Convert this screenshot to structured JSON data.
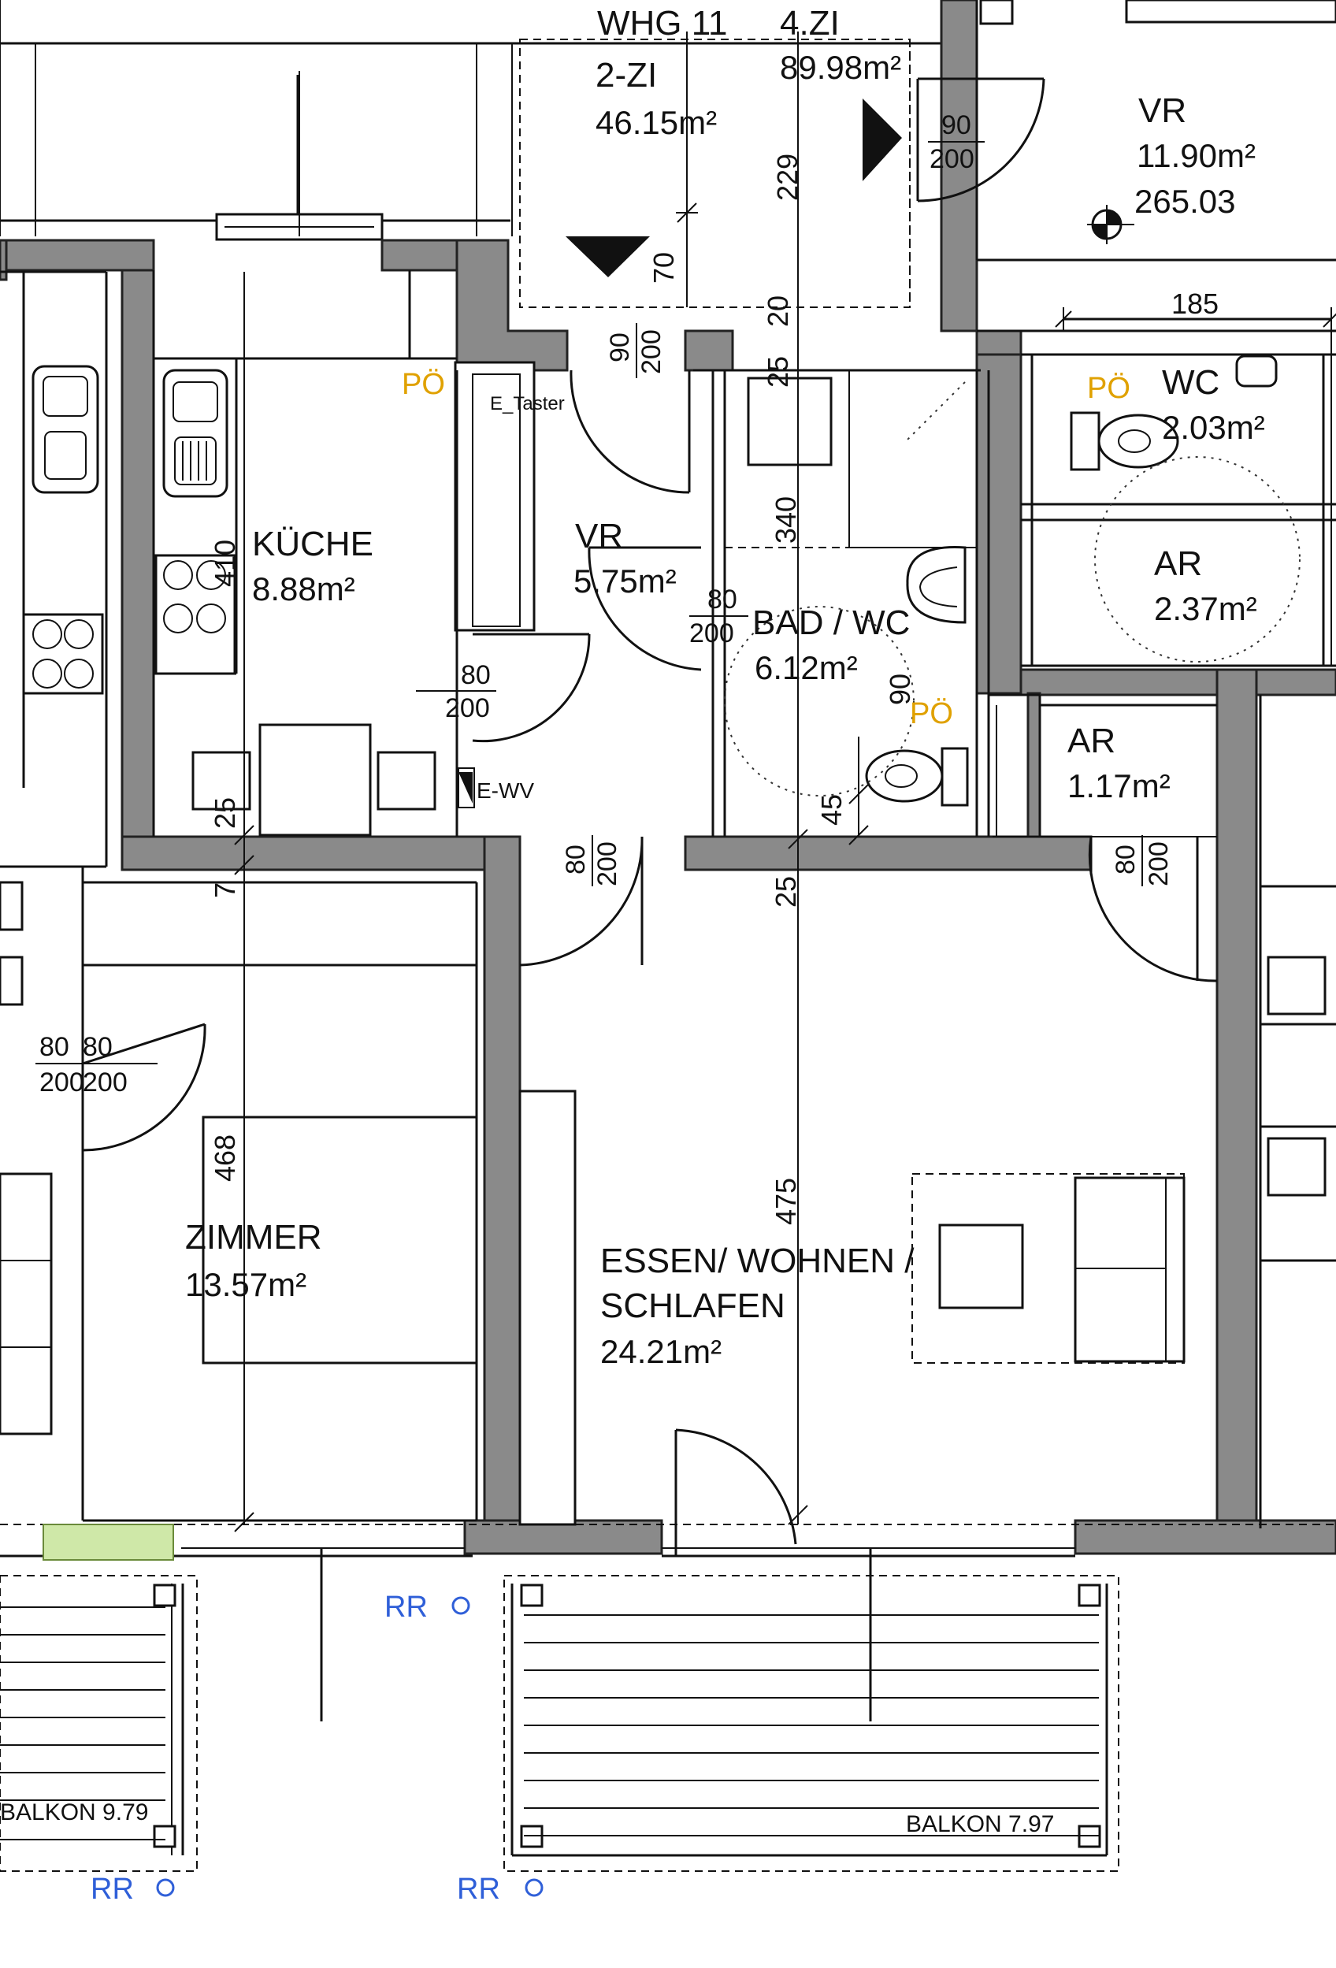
{
  "unit": {
    "title": "WHG 11",
    "title_suffix": "4.ZI",
    "type": "2-ZI",
    "area_1": "46.15m²",
    "area_2": "89.98m²"
  },
  "rooms": {
    "kueche": {
      "name": "KÜCHE",
      "area": "8.88m²"
    },
    "vr": {
      "name": "VR",
      "area": "5.75m²"
    },
    "bad": {
      "name": "BAD / WC",
      "area": "6.12m²"
    },
    "ar_small": {
      "name": "AR",
      "area": "1.17m²"
    },
    "zimmer": {
      "name": "ZIMMER",
      "area": "13.57m²"
    },
    "essen": {
      "line1": "ESSEN/ WOHNEN /",
      "line2": "SCHLAFEN",
      "area": "24.21m²"
    },
    "vr_neighbor": {
      "name": "VR",
      "area": "11.90m²",
      "level": "265.03"
    },
    "wc_neighbor": {
      "name": "WC",
      "area": "2.03m²"
    },
    "ar_neighbor": {
      "name": "AR",
      "area": "2.37m²"
    }
  },
  "balconies": {
    "left": "BALKON 9.79",
    "right": "BALKON 7.97"
  },
  "labels": {
    "po": "PÖ",
    "e_taster": "E_Taster",
    "e_wv": "E-WV",
    "rr": "RR"
  },
  "dimensions": {
    "d229": "229",
    "d70": "70",
    "d20": "20",
    "d25_top": "25",
    "d340": "340",
    "d185": "185",
    "d410": "410",
    "d25_k": "25",
    "d7": "7",
    "d25_mid": "25",
    "d90_bad": "90",
    "d45": "45",
    "d468": "468",
    "d475": "475"
  },
  "doors": {
    "entry_w": "90",
    "entry_h": "200",
    "vr_w": "90",
    "vr_h": "200",
    "kueche_w": "80",
    "kueche_h": "200",
    "bad_w": "80",
    "bad_h": "200",
    "vrmid_w": "80",
    "vrmid_h": "200",
    "ar_w": "80",
    "ar_h": "200",
    "left_w1": "80",
    "left_w2": "80",
    "left_h1": "200",
    "left_h2": "200"
  },
  "colors": {
    "wall": "#8a8a8a",
    "marker_blue": "#2f5fd8",
    "marker_orange": "#e0a100",
    "balcony_highlight": "#cfe8a8"
  }
}
